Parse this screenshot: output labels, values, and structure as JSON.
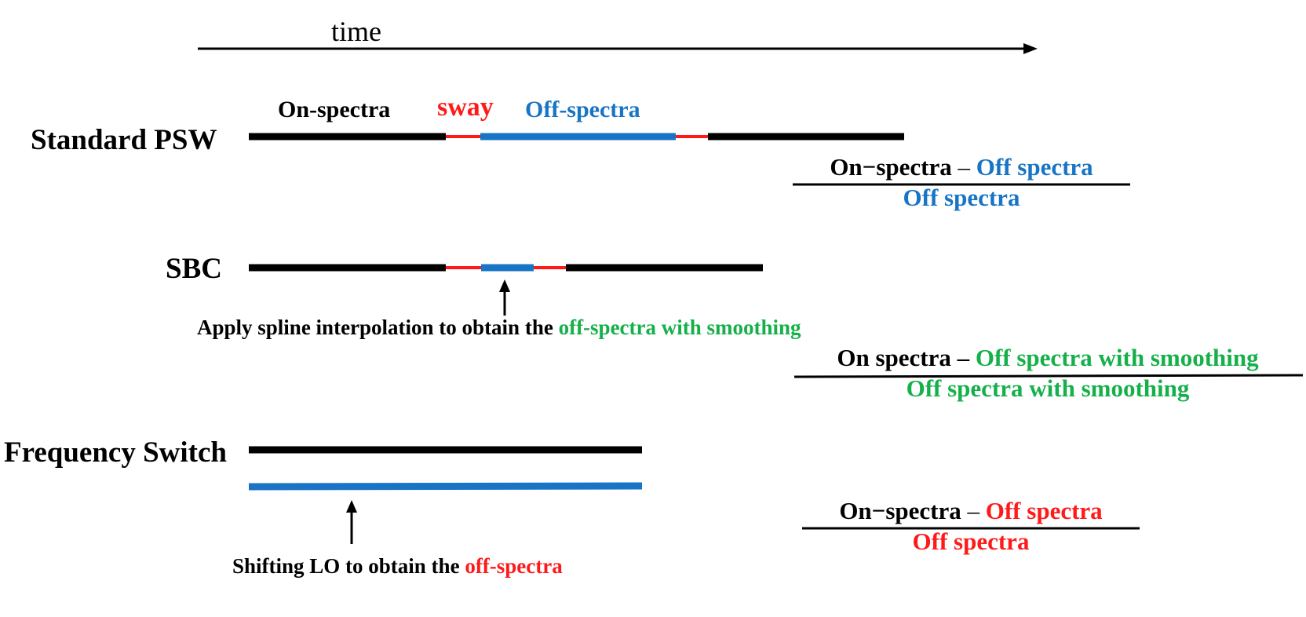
{
  "time_label": "time",
  "colors": {
    "on": "#000000",
    "off": "#1874c4",
    "sway": "#ff1a1a",
    "smooth": "#16b04a",
    "shift": "#ff1a1a"
  },
  "psw": {
    "label": "Standard PSW",
    "on_label": "On-spectra",
    "sway_label": "sway",
    "off_label": "Off-spectra",
    "formula": {
      "num_on": "On−spectra",
      "num_sep": " – ",
      "num_off": "Off spectra",
      "den": "Off spectra"
    }
  },
  "sbc": {
    "label": "SBC",
    "note_prefix": "Apply spline interpolation to obtain the ",
    "note_highlight": "off-spectra with smoothing",
    "formula": {
      "num_on": "On spectra",
      "num_sep": " – ",
      "num_off": "Off spectra with smoothing",
      "den": "Off spectra with smoothing"
    }
  },
  "fsw": {
    "label": "Frequency Switch",
    "note_prefix": "Shifting LO to obtain the ",
    "note_highlight": "off-spectra",
    "formula": {
      "num_on": "On−spectra",
      "num_sep": " – ",
      "num_off": "Off spectra",
      "den": "Off spectra"
    }
  }
}
